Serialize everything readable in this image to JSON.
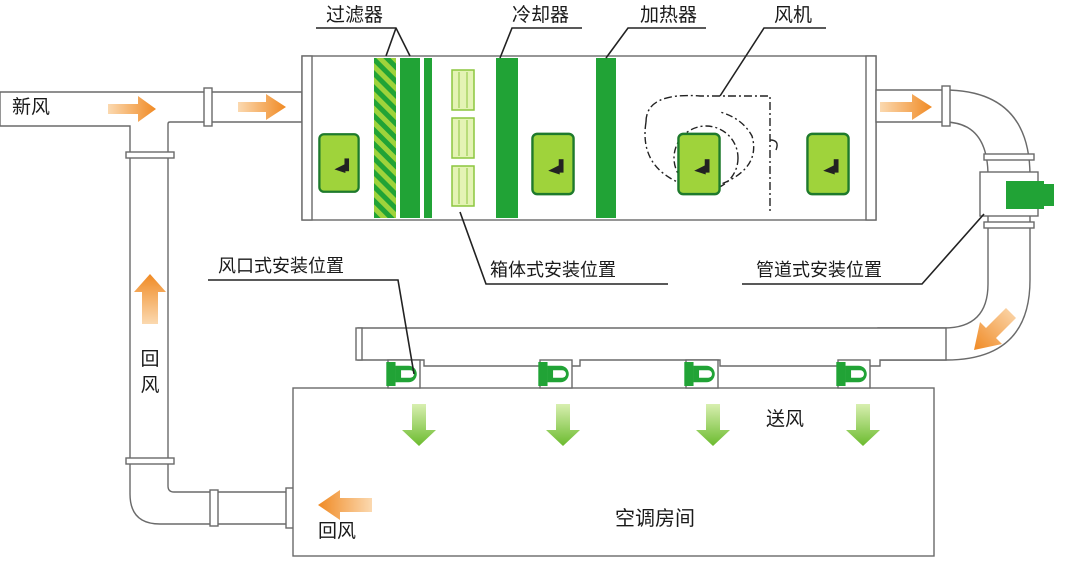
{
  "labels": {
    "fresh_air": "新风",
    "filter": "过滤器",
    "cooler": "冷却器",
    "heater": "加热器",
    "fan": "风机",
    "outlet_install": "风口式安装位置",
    "box_install": "箱体式安装位置",
    "duct_install": "管道式安装位置",
    "return_air_vertical": "回风",
    "return_air_room": "回风",
    "supply_air": "送风",
    "room": "空调房间"
  },
  "colors": {
    "green_dark": "#21a336",
    "green_light": "#9fd33b",
    "green_pale": "#e4f3b5",
    "arrow_orange": "#f08a24",
    "arrow_green": "#6bbb2e",
    "line": "#555555"
  },
  "icons": {
    "purifier_unit": "air-purifier-module-icon",
    "flow_arrow": "arrow-icon"
  }
}
